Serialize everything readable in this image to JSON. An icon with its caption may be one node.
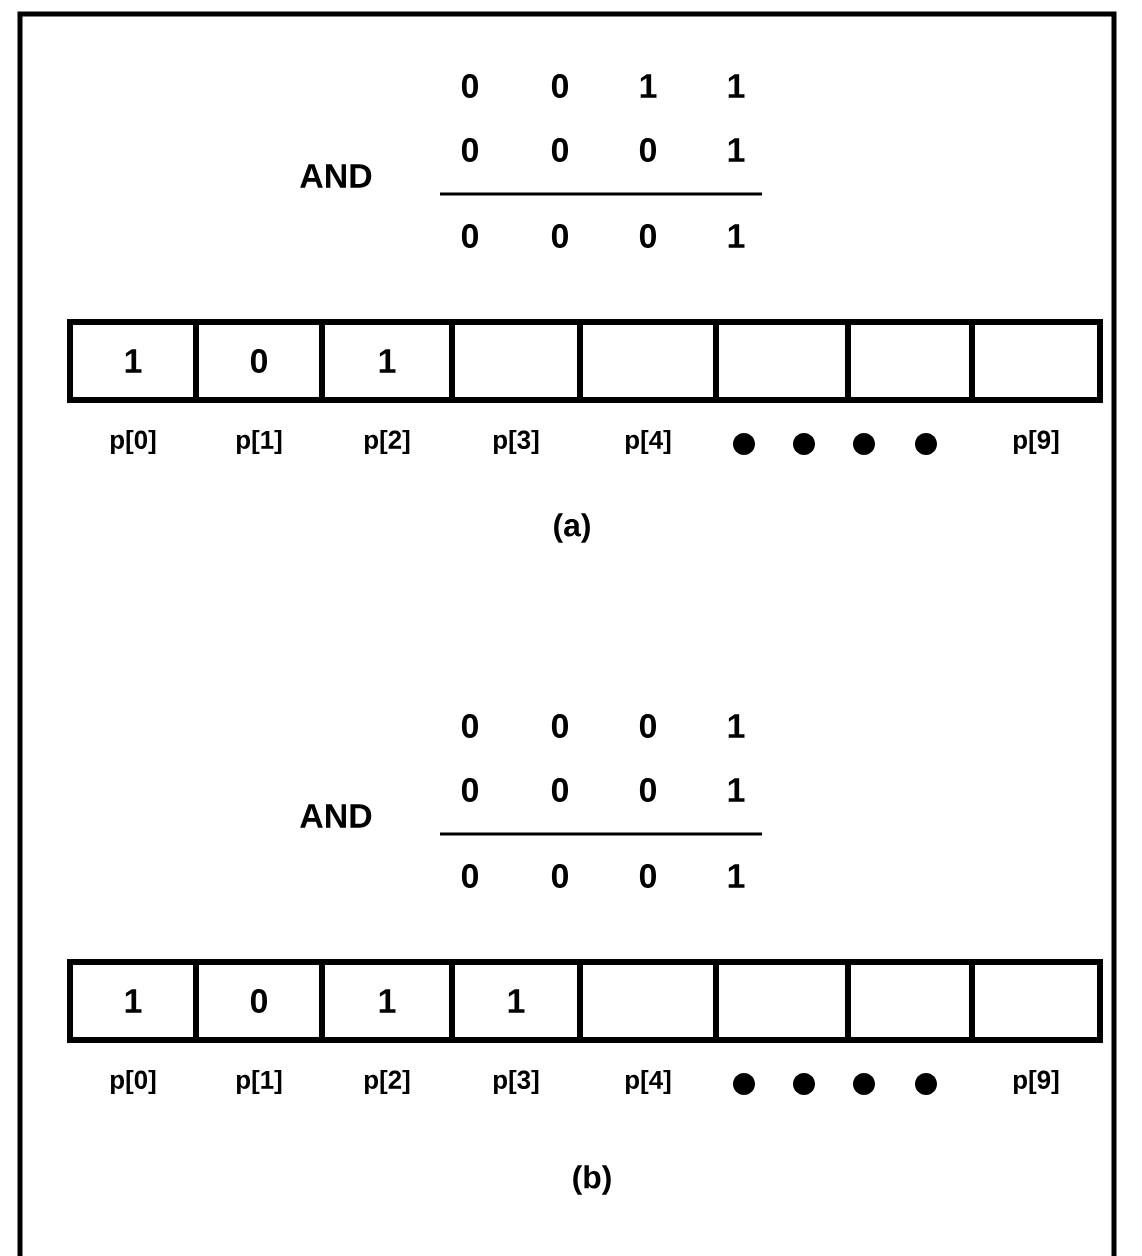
{
  "diagram": {
    "nodes": [
      {
        "text": [
          "1"
        ]
      },
      {
        "text": [
          "0"
        ]
      },
      {
        "text": [
          "1"
        ]
      },
      {
        "text": [],
        "shape": "box"
      },
      {
        "text": [],
        "shape": "box"
      },
      {
        "text": [],
        "shape": "box"
      },
      {
        "text": [],
        "shape": "box"
      },
      {
        "text": [],
        "shape": "box"
      },
      {
        "text": [
          "1"
        ]
      },
      {
        "text": [
          "0"
        ]
      },
      {
        "text": [
          "1"
        ]
      },
      {
        "text": [
          "1"
        ]
      },
      {
        "text": [],
        "shape": "box"
      },
      {
        "text": [],
        "shape": "box"
      },
      {
        "text": [],
        "shape": "box"
      },
      {
        "text": [],
        "shape": "box"
      }
    ],
    "labels": [
      "0",
      "0",
      "1",
      "1",
      "AND",
      "0",
      "0",
      "0",
      "1",
      "0",
      "0",
      "0",
      "1",
      "p[0]",
      "p[1]",
      "p[2]",
      "p[3]",
      "p[4]",
      "p[9]",
      "(a)",
      "0",
      "0",
      "0",
      "1",
      "AND",
      "0",
      "0",
      "0",
      "1",
      "0",
      "0",
      "0",
      "1",
      "p[0]",
      "p[1]",
      "p[2]",
      "p[3]",
      "p[4]",
      "p[9]",
      "(b)"
    ]
  }
}
